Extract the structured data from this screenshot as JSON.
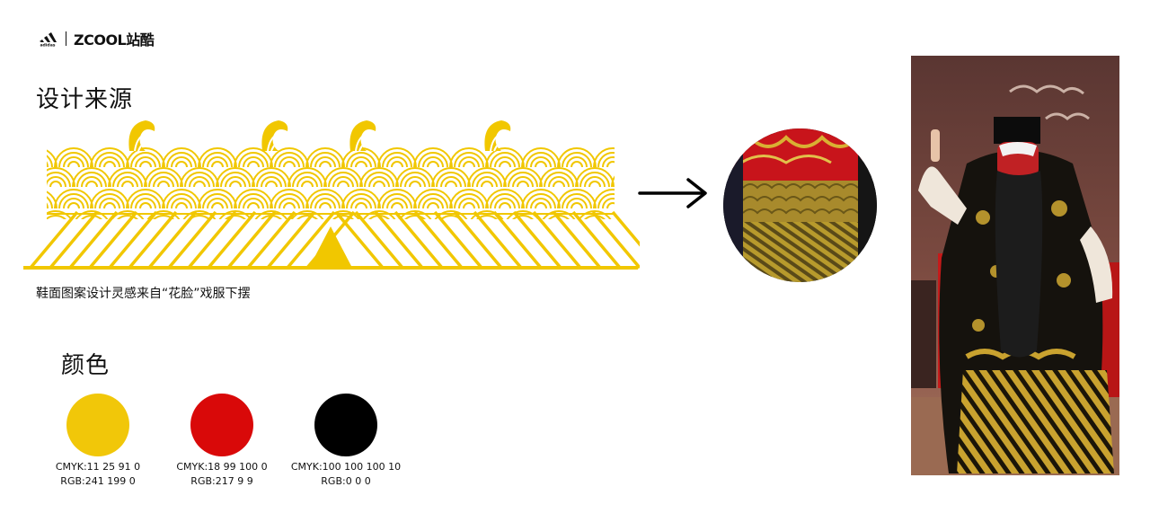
{
  "brand": {
    "adidas_text": "adidas",
    "zcool_text": "ZCOOL站酷",
    "logo_icon": "adidas-trefoil-stripes-icon"
  },
  "section_source": {
    "title": "设计来源",
    "caption": "鞋面图案设计灵感来自“花脸”戏服下摆"
  },
  "pattern": {
    "icon": "wave-pattern-illustration",
    "color": "#F1C700"
  },
  "arrow": {
    "icon": "arrow-right-icon"
  },
  "section_color": {
    "title": "颜色",
    "swatches": [
      {
        "name": "yellow",
        "hex": "#F1C709",
        "cmyk": "CMYK:11  25  91  0",
        "rgb": "RGB:241  199  0"
      },
      {
        "name": "red",
        "hex": "#D90909",
        "cmyk": "CMYK:18  99  100  0",
        "rgb": "RGB:217  9  9"
      },
      {
        "name": "black",
        "hex": "#000000",
        "cmyk": "CMYK:100  100  100  10",
        "rgb": "RGB:0  0  0"
      }
    ]
  }
}
